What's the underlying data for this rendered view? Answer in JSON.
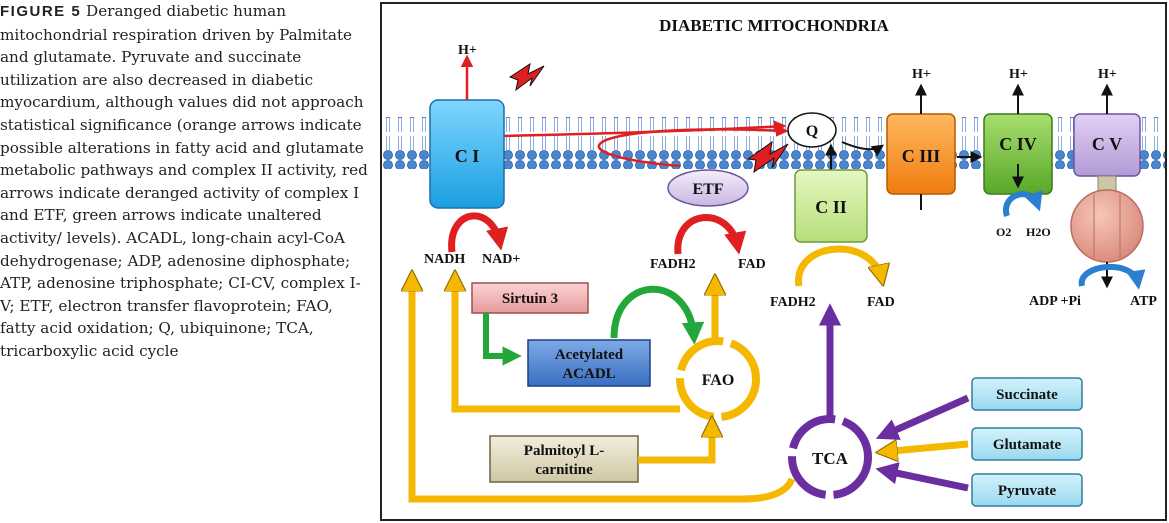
{
  "caption": {
    "label": "FIGURE 5",
    "text": "Deranged diabetic human mitochondrial respiration driven by Palmitate and glutamate. Pyruvate and succinate utilization are also decreased in diabetic myocardium, although values did not approach statistical significance (orange arrows indicate possible alterations in fatty acid and glutamate metabolic pathways and complex II activity, red arrows indicate deranged activity of complex I and ETF, green arrows indicate unaltered activity/ levels). ACADL, long-chain acyl-CoA dehydrogenase; ADP, adenosine diphosphate; ATP, adenosine triphosphate; CI-CV, complex I-V; ETF, electron transfer flavoprotein; FAO, fatty acid oxidation; Q, ubiquinone; TCA, tricarboxylic acid cycle"
  },
  "diagram": {
    "title": "DIABETIC MITOCHONDRIA",
    "proton": "H+",
    "complexes": {
      "ci": "C I",
      "cii": "C II",
      "ciii": "C III",
      "civ": "C IV",
      "cv": "C V"
    },
    "nodes": {
      "q": "Q",
      "etf": "ETF",
      "sirtuin": "Sirtuin 3",
      "acadl": "Acetylated ACADL",
      "palmitoyl": "Palmitoyl L-carnitine",
      "fao": "FAO",
      "tca": "TCA",
      "succinate": "Succinate",
      "glutamate": "Glutamate",
      "pyruvate": "Pyruvate"
    },
    "labels": {
      "nadh": "NADH",
      "nad": "NAD+",
      "fadh2_etf": "FADH2",
      "fad_etf": "FAD",
      "fadh2_cii": "FADH2",
      "fad_cii": "FAD",
      "o2": "O2",
      "h2o": "H2O",
      "adp_pi": "ADP +Pi",
      "atp": "ATP"
    },
    "colors": {
      "red_arrow": "#e02020",
      "orange_arrow": "#f5b800",
      "green_arrow": "#22a83a",
      "purple_arrow": "#6a2ea0",
      "blue_arrow": "#2a7fd0",
      "membrane": "#3f7ac4"
    }
  }
}
